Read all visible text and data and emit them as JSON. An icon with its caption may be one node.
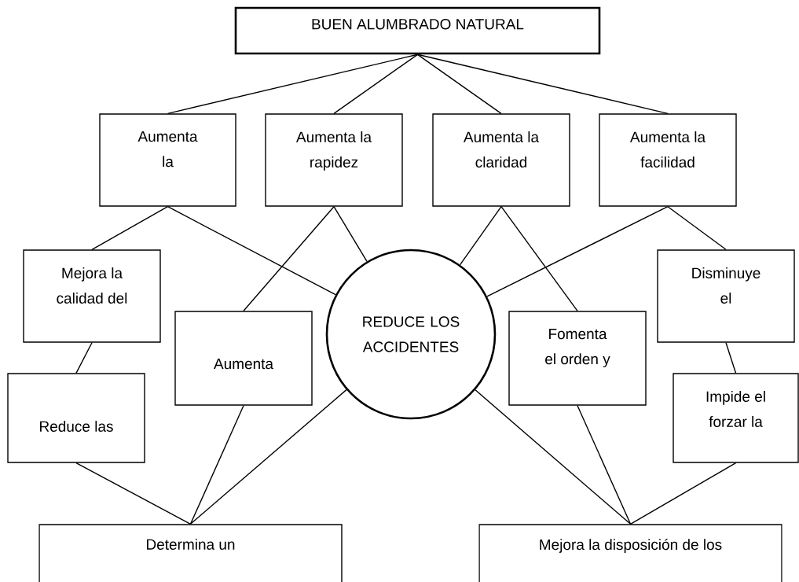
{
  "diagram": {
    "nodes": [
      {
        "text": [
          "BUEN ALUMBRADO NATURAL"
        ]
      },
      {
        "text": [
          "Aumenta la"
        ]
      },
      {
        "text": [
          "Aumenta la rapidez"
        ]
      },
      {
        "text": [
          "Aumenta la claridad"
        ]
      },
      {
        "text": [
          "Aumenta la facilidad"
        ]
      },
      {
        "text": [
          "Mejora la calidad del"
        ]
      },
      {
        "text": [
          "Aumenta"
        ]
      },
      {
        "text": [
          "REDUCE LOS ACCIDENTES"
        ]
      },
      {
        "text": [
          "Fomenta el orden y"
        ]
      },
      {
        "text": [
          "Disminuye el"
        ]
      },
      {
        "text": [
          "Reduce las"
        ]
      },
      {
        "text": [
          "Impide el forzar la"
        ]
      },
      {
        "text": [
          "Determina un"
        ]
      },
      {
        "text": [
          "Mejora la disposición de los"
        ]
      }
    ],
    "edges": [
      {
        "from": 0,
        "to": 1,
        "arrow": "none"
      },
      {
        "from": 0,
        "to": 2,
        "arrow": "none"
      },
      {
        "from": 0,
        "to": 3,
        "arrow": "none"
      },
      {
        "from": 0,
        "to": 4,
        "arrow": "none"
      },
      {
        "from": 1,
        "to": 5,
        "arrow": "none"
      },
      {
        "from": 1,
        "to": 7,
        "arrow": "none"
      },
      {
        "from": 2,
        "to": 6,
        "arrow": "none"
      },
      {
        "from": 2,
        "to": 7,
        "arrow": "none"
      },
      {
        "from": 3,
        "to": 7,
        "arrow": "none"
      },
      {
        "from": 3,
        "to": 8,
        "arrow": "none"
      },
      {
        "from": 4,
        "to": 7,
        "arrow": "none"
      },
      {
        "from": 4,
        "to": 9,
        "arrow": "none"
      },
      {
        "from": 5,
        "to": 10,
        "arrow": "none"
      },
      {
        "from": 9,
        "to": 11,
        "arrow": "none"
      },
      {
        "from": 10,
        "to": 12,
        "arrow": "none"
      },
      {
        "from": 6,
        "to": 12,
        "arrow": "none"
      },
      {
        "from": 7,
        "to": 12,
        "arrow": "none"
      },
      {
        "from": 7,
        "to": 13,
        "arrow": "none"
      },
      {
        "from": 8,
        "to": 13,
        "arrow": "none"
      },
      {
        "from": 11,
        "to": 13,
        "arrow": "none"
      }
    ]
  }
}
